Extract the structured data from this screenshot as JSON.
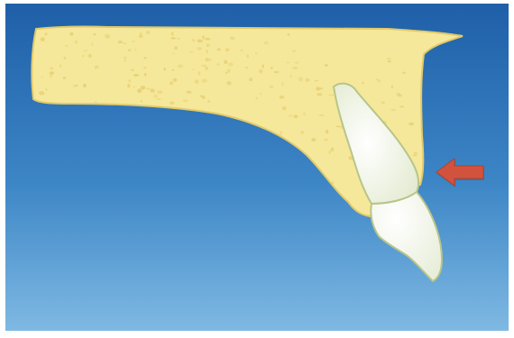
{
  "diagram": {
    "colors": {
      "frame": "#ffffff",
      "background_top": "#1f5fa8",
      "background_mid": "#3d86c6",
      "background_bottom": "#7fb9e3",
      "bone_fill": "#f6e89a",
      "bone_stroke": "#e2c96a",
      "bone_speckle": "#e6cf73",
      "tooth_root": "#f7f9ec",
      "tooth_crown": "#ffffff",
      "tooth_outline": "#b7c58a",
      "arrow": "#d2533d",
      "arrow_shadow": "#8d2f22"
    },
    "elements": [
      {
        "name": "bone-block",
        "kind": "maxillary bone"
      },
      {
        "name": "tooth-root",
        "kind": "tooth root"
      },
      {
        "name": "tooth-crown",
        "kind": "tooth crown"
      },
      {
        "name": "force-arrow",
        "kind": "arrow",
        "direction": "left"
      }
    ]
  }
}
